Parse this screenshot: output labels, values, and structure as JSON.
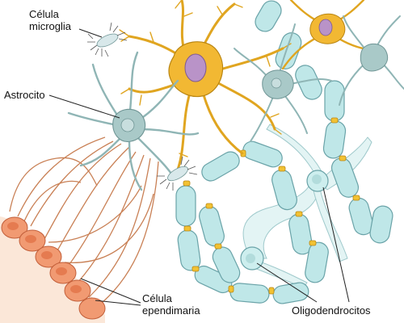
{
  "labels": {
    "microglia": [
      "Célula",
      "microglia"
    ],
    "astrocito": "Astrocito",
    "ependimaria": [
      "Célula",
      "ependimaria"
    ],
    "oligodendrocitos": "Oligodendrocitos"
  },
  "colors": {
    "neuron": "#f2b833",
    "neuron_stroke": "#b98512",
    "neuron_nucleus": "#b993c8",
    "astrocyte": "#a9c9c8",
    "astrocyte_stroke": "#6f9595",
    "myelin": "#bfe7e8",
    "myelin_stroke": "#6aa3a8",
    "node": "#f2c233",
    "ependymal": "#f19a72",
    "ependymal_nucleus": "#e57b50",
    "fiber": "#c98055",
    "microglia": "#444444",
    "leader": "#222222"
  }
}
